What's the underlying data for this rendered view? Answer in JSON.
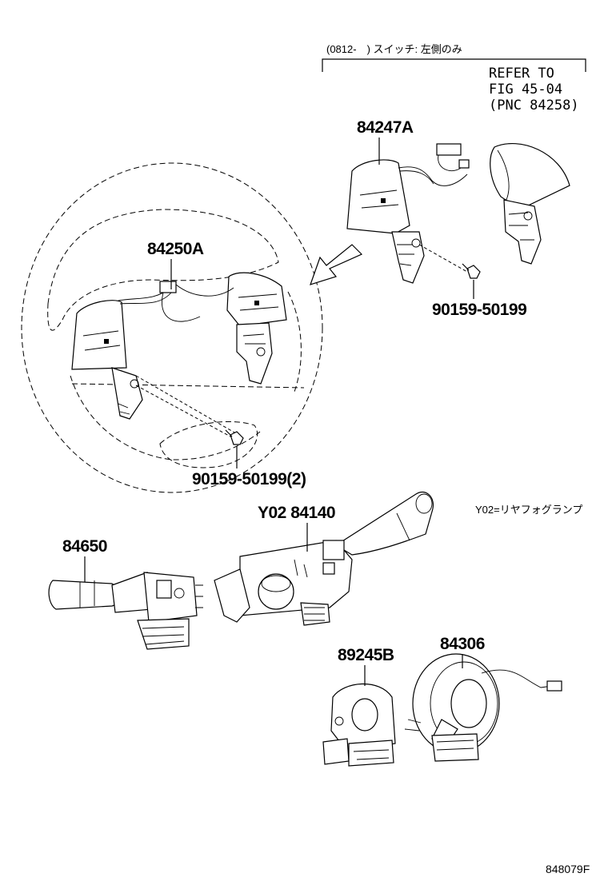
{
  "header_note": "(0812-　) スイッチ: 左側のみ",
  "refer": {
    "line1": "REFER TO",
    "line2": "FIG 45-04",
    "line3": "(PNC 84258)"
  },
  "parts": {
    "p84247A": "84247A",
    "p84250A": "84250A",
    "p90159_top": "90159-50199",
    "p90159_bottom": "90159-50199(2)",
    "p84140": "Y02 84140",
    "legend_y02": "Y02=リヤフォグランプ",
    "p84650": "84650",
    "p84306": "84306",
    "p89245B": "89245B"
  },
  "diagram_code": "848079F"
}
